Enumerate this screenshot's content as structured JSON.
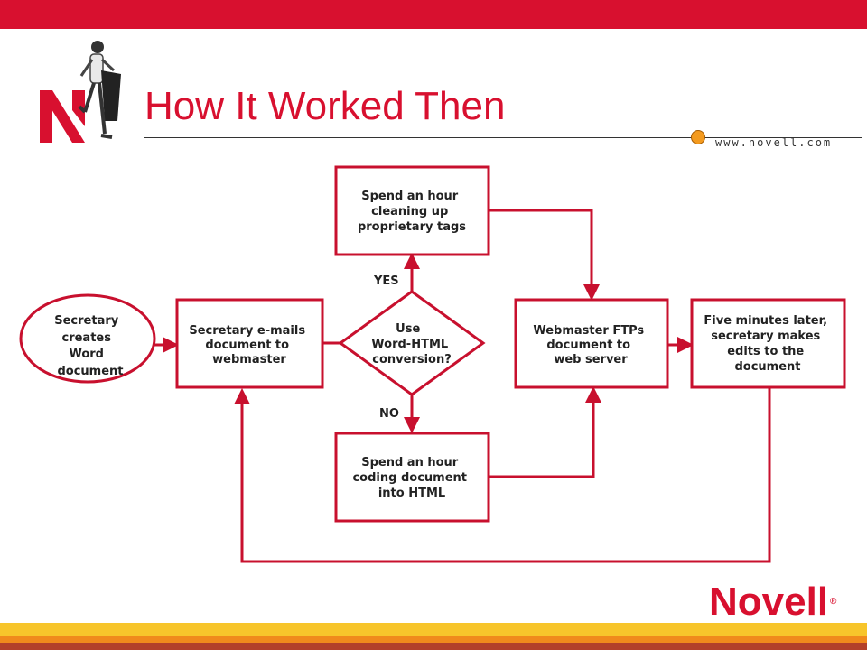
{
  "header": {
    "title": "How It Worked Then",
    "url": "www.novell.com"
  },
  "brand": {
    "name": "Novell",
    "mark": "®"
  },
  "colors": {
    "brand_red": "#d8102f",
    "accent_orange": "#f39a1f",
    "stripe_yellow": "#f7c52b",
    "stripe_orange": "#f08a1c",
    "stripe_brown": "#b2402a"
  },
  "diagram": {
    "nodes": {
      "secretary_creates": {
        "shape": "ellipse",
        "lines": [
          "Secretary",
          "creates",
          "Word",
          "document"
        ]
      },
      "secretary_emails": {
        "shape": "box",
        "lines": [
          "Secretary e-mails",
          "document to",
          "webmaster"
        ]
      },
      "decision": {
        "shape": "diamond",
        "lines": [
          "Use",
          "Word-HTML",
          "conversion?"
        ]
      },
      "cleanup": {
        "shape": "box",
        "lines": [
          "Spend an hour",
          "cleaning up",
          "proprietary tags"
        ]
      },
      "coding": {
        "shape": "box",
        "lines": [
          "Spend an hour",
          "coding document",
          "into HTML"
        ]
      },
      "webmaster_ftp": {
        "shape": "box",
        "lines": [
          "Webmaster FTPs",
          "document to",
          "web server"
        ]
      },
      "edits": {
        "shape": "box",
        "lines": [
          "Five minutes later,",
          "secretary makes",
          "edits to the",
          "document"
        ]
      }
    },
    "edges": {
      "yes": {
        "from": "decision",
        "to": "cleanup",
        "label": "YES"
      },
      "no": {
        "from": "decision",
        "to": "coding",
        "label": "NO"
      },
      "cleanup_to_ftp": {
        "from": "cleanup",
        "to": "webmaster_ftp"
      },
      "coding_to_ftp": {
        "from": "coding",
        "to": "webmaster_ftp"
      },
      "ftp_to_edits": {
        "from": "webmaster_ftp",
        "to": "edits"
      },
      "edits_to_emails": {
        "from": "edits",
        "to": "secretary_emails"
      },
      "creates_to_emails": {
        "from": "secretary_creates",
        "to": "secretary_emails"
      },
      "emails_to_decision": {
        "from": "secretary_emails",
        "to": "decision"
      }
    }
  }
}
